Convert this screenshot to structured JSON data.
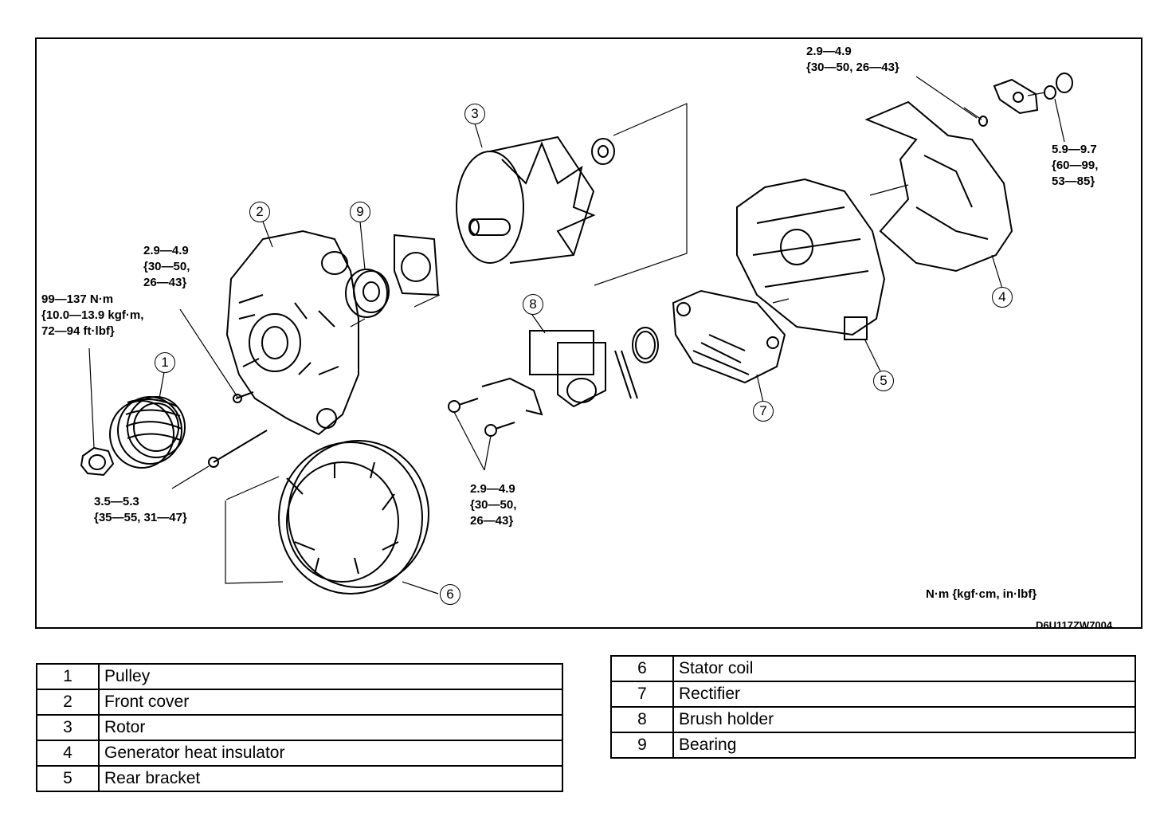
{
  "torque_labels": {
    "pulley_nut": "99—137 N·m\n{10.0—13.9 kgf·m,\n72—94 ft·lbf}",
    "front_cover_screw": "2.9—4.9\n{30—50,\n26—43}",
    "through_bolt": "3.5—5.3\n{35—55, 31—47}",
    "brush_holder_screws": "2.9—4.9\n{30—50,\n26—43}",
    "insulator_bolt": "2.9—4.9\n{30—50, 26—43}",
    "terminal_nut": "5.9—9.7\n{60—99,\n53—85}"
  },
  "callouts": [
    "1",
    "2",
    "3",
    "4",
    "5",
    "6",
    "7",
    "8",
    "9"
  ],
  "units_label": "N·m {kgf·cm, in·lbf}",
  "figure_code": "D6U117ZW7004",
  "legend_left": [
    {
      "num": "1",
      "name": "Pulley"
    },
    {
      "num": "2",
      "name": "Front cover"
    },
    {
      "num": "3",
      "name": "Rotor"
    },
    {
      "num": "4",
      "name": "Generator heat insulator"
    },
    {
      "num": "5",
      "name": "Rear bracket"
    }
  ],
  "legend_right": [
    {
      "num": "6",
      "name": "Stator coil"
    },
    {
      "num": "7",
      "name": "Rectifier"
    },
    {
      "num": "8",
      "name": "Brush holder"
    },
    {
      "num": "9",
      "name": "Bearing"
    }
  ]
}
